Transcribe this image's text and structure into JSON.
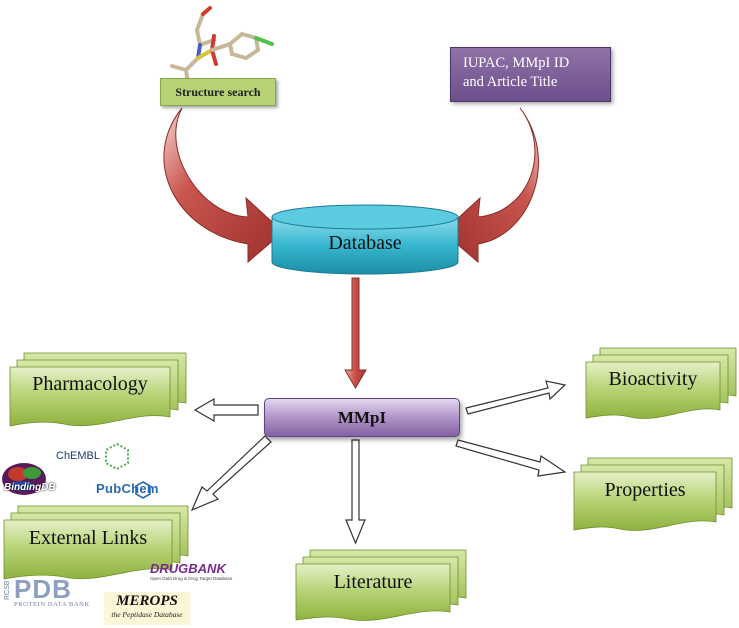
{
  "input_labels": {
    "structure_search": "Structure search",
    "iupac_line1": "IUPAC, MMpI ID",
    "iupac_line2": "and Article Title"
  },
  "database": {
    "label": "Database"
  },
  "hub": {
    "label": "MMpI"
  },
  "outputs": {
    "pharmacology": "Pharmacology",
    "bioactivity": "Bioactivity",
    "properties": "Properties",
    "literature": "Literature",
    "external_links": "External Links"
  },
  "logos": {
    "chembl": "ChEMBL",
    "bindingdb": "BindingDB",
    "pubchem": "PubChem",
    "drugbank": "DRUGBANK",
    "drugbank_tagline": "Open Data Drug & Drug Target Database",
    "rcsb": "RCSB",
    "pdb": "PDB",
    "pdb_tagline": "PROTEIN DATA BANK",
    "merops": "MEROPS",
    "merops_tagline": "the Peptidase Database"
  },
  "colors": {
    "card_green": "#a8c85c",
    "card_green_light": "#d6e8a8",
    "arrow_red": "#b8403c",
    "cylinder_blue": "#2fb3cc",
    "hub_purple": "#8462a4"
  }
}
